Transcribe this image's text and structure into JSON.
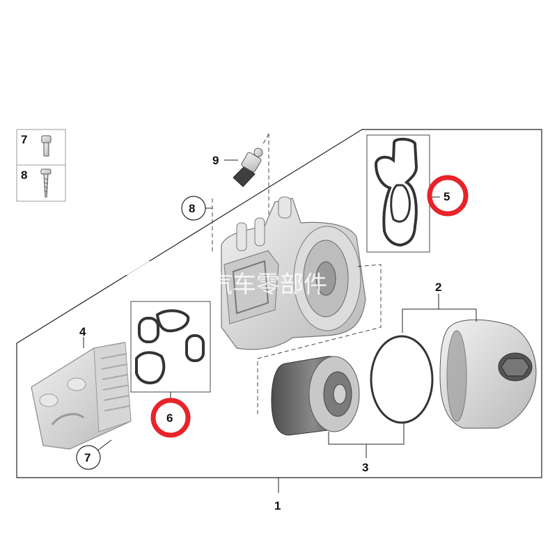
{
  "callouts": {
    "c1": "1",
    "c2": "2",
    "c3": "3",
    "c4": "4",
    "c5": "5",
    "c6": "6",
    "c7_legend": "7",
    "c8_legend": "8",
    "c7": "7",
    "c8": "8",
    "c9": "9"
  },
  "highlighted_callouts": [
    "5",
    "6"
  ],
  "highlight_color": "#e8232a",
  "watermark": "汽车零部件",
  "parts": [
    "bolt-icon",
    "screw-icon",
    "oil-pressure-sensor",
    "oil-filter-housing",
    "housing-gasket",
    "gasket-set",
    "oil-cooler",
    "oil-filter-element",
    "o-ring",
    "filter-cap"
  ]
}
